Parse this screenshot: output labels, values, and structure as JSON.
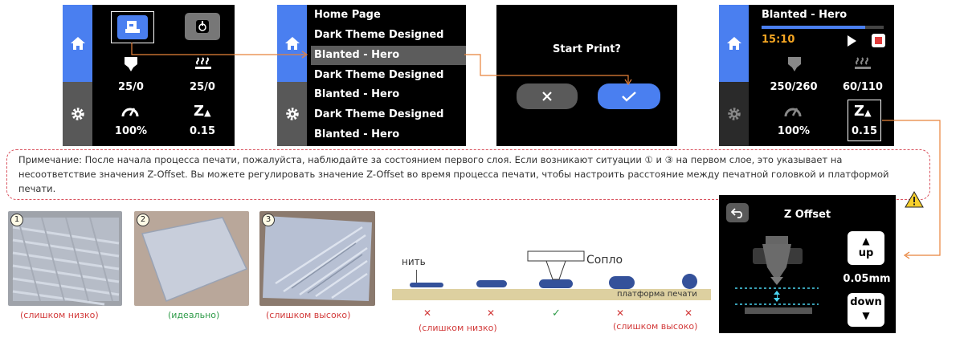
{
  "screen1": {
    "stats": [
      "25/0",
      "25/0",
      "100%",
      "0.15"
    ]
  },
  "screen2": {
    "items": [
      "Home Page",
      "Dark Theme Designed",
      "Blanted - Hero",
      "Dark Theme Designed",
      "Blanted - Hero",
      "Dark Theme Designed",
      "Blanted - Hero"
    ]
  },
  "screen3": {
    "title": "Start Print?"
  },
  "screen4": {
    "title": "Blanted - Hero",
    "time": "15:10",
    "progress": 0.85,
    "stats": [
      "250/260",
      "60/110",
      "100%",
      "0.15"
    ]
  },
  "note": {
    "text": "Примечание: После начала процесса печати, пожалуйста, наблюдайте за состоянием первого слоя. Если возникают ситуации ① и ③ на первом слое, это указывает на несоответствие значения Z-Offset. Вы можете регулировать значение Z-Offset во время процесса печати, чтобы настроить расстояние между печатной головкой и платформой печати."
  },
  "photos": [
    {
      "num": "1",
      "caption": "(слишком низко)"
    },
    {
      "num": "2",
      "caption": "(идеально)"
    },
    {
      "num": "3",
      "caption": "(слишком высоко)"
    }
  ],
  "diagram": {
    "filament_label": "нить",
    "nozzle_label": "Сопло",
    "platform_label": "платформа печати",
    "low_caption": "(слишком низко)",
    "high_caption": "(слишком высоко)",
    "marks": [
      "✕",
      "✕",
      "✓",
      "✕",
      "✕"
    ]
  },
  "zoffset": {
    "title": "Z Offset",
    "up_label": "up",
    "down_label": "down",
    "value": "0.05mm"
  },
  "colors": {
    "accent_blue": "#4a7ff0",
    "orange": "#f5a623",
    "red": "#d23a3a",
    "green": "#2e9b48",
    "connector": "#e8823a"
  }
}
